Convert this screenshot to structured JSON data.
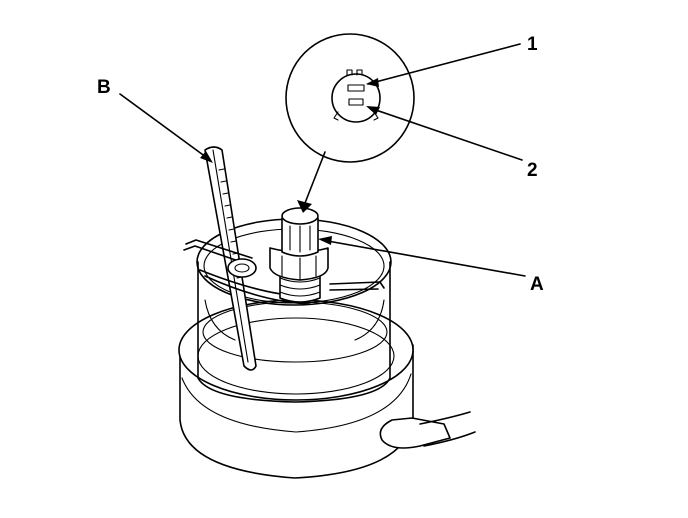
{
  "callouts": {
    "terminal_1": "1",
    "terminal_2": "2",
    "switch": "A",
    "thermometer": "B"
  },
  "colors": {
    "line": "#000000",
    "background": "#ffffff"
  }
}
